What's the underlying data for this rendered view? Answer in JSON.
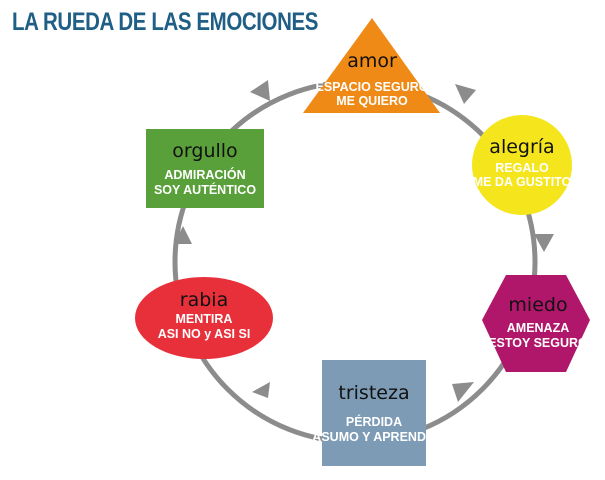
{
  "title": "LA RUEDA DE LAS EMOCIONES",
  "colors": {
    "ring": "#8c8c8c",
    "amor": "#f08a16",
    "alegria": "#f5e51d",
    "miedo": "#b0176a",
    "tristeza": "#7d9bb4",
    "rabia": "#e8303b",
    "orgullo": "#5aa03a",
    "title": "#1f5f86"
  },
  "emotions": [
    {
      "key": "amor",
      "shape": "triangle",
      "name": "amor",
      "lines": [
        "ESPACIO SEGURO",
        "ME QUIERO"
      ],
      "name_color": "#111111",
      "line_color": "#ffffff"
    },
    {
      "key": "alegria",
      "shape": "circle",
      "name": "alegría",
      "lines": [
        "REGALO",
        "ME DA GUSTITO"
      ],
      "name_color": "#111111",
      "line_color": "#ffffff"
    },
    {
      "key": "miedo",
      "shape": "hexagon",
      "name": "miedo",
      "lines": [
        "AMENAZA",
        "ESTOY SEGURO"
      ],
      "name_color": "#111111",
      "line_color": "#ffffff"
    },
    {
      "key": "tristeza",
      "shape": "rectangle",
      "name": "tristeza",
      "lines": [
        "PÉRDIDA",
        "ASUMO Y APRENDO"
      ],
      "name_color": "#111111",
      "line_color": "#ffffff"
    },
    {
      "key": "rabia",
      "shape": "ellipse",
      "name": "rabia",
      "lines": [
        "MENTIRA",
        "ASI NO y ASI SI"
      ],
      "name_color": "#111111",
      "line_color": "#ffffff"
    },
    {
      "key": "orgullo",
      "shape": "rectangle",
      "name": "orgullo",
      "lines": [
        "ADMIRACIÓN",
        "SOY AUTÉNTICO"
      ],
      "name_color": "#111111",
      "line_color": "#ffffff"
    }
  ]
}
